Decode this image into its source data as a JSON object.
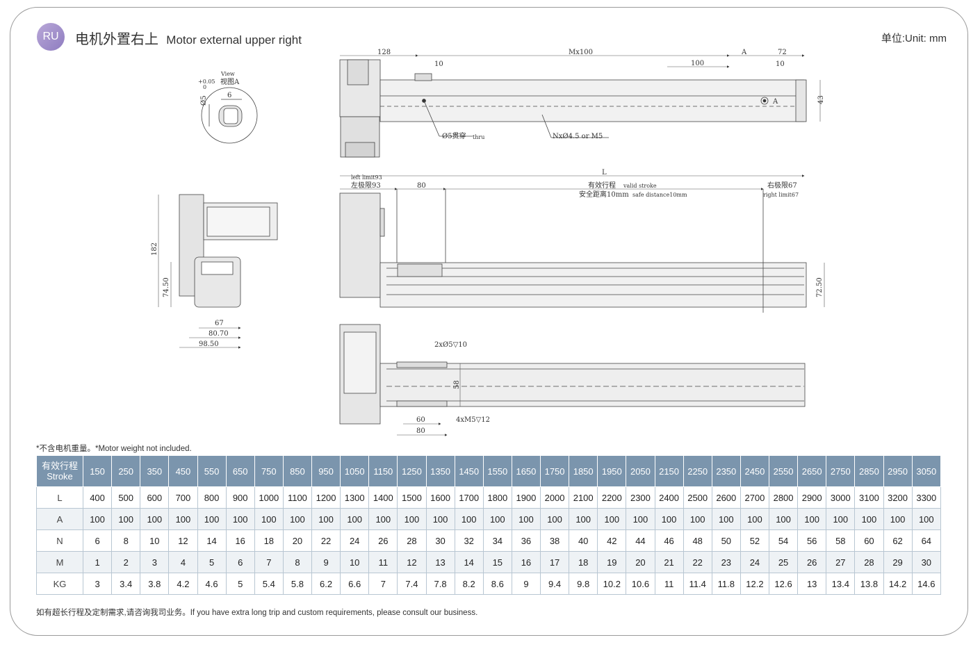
{
  "header": {
    "badge": "RU",
    "title_cn": "电机外置右上",
    "title_en": "Motor external upper right",
    "unit": "单位:Unit: mm"
  },
  "drawing_labels": {
    "view_en": "View",
    "view_cn": "视图A",
    "phi5": "Ø5",
    "tol_top": "+0.05",
    "tol_bot": "0",
    "d6": "6",
    "d128": "128",
    "d10a": "10",
    "mx100": "Mx100",
    "a": "A",
    "d72": "72",
    "d100": "100",
    "d10b": "10",
    "d43": "43",
    "thru_cn": "Ø5贯穿",
    "thru_en": "thru",
    "nx": "NxØ4.5 or M5",
    "label_a": "A",
    "L": "L",
    "left_limit_en": "left limit93",
    "left_limit_cn": "左极限93",
    "d80a": "80",
    "valid_cn": "有效行程",
    "valid_en": "valid stroke",
    "safe_cn": "安全距离10mm",
    "safe_en": "safe distance10mm",
    "right_limit_cn": "右极限67",
    "right_limit_en": "right limit67",
    "d182": "182",
    "d7450": "74.50",
    "d67": "67",
    "d8070": "80.70",
    "d9850": "98.50",
    "d7250": "72.50",
    "holes2": "2xØ5▽10",
    "d58": "58",
    "d60": "60",
    "holes4": "4xM5▽12",
    "d80b": "80"
  },
  "note": "*不含电机重量。*Motor weight not included.",
  "table": {
    "header_cn": "有效行程",
    "header_en": "Stroke",
    "strokes": [
      "150",
      "250",
      "350",
      "450",
      "550",
      "650",
      "750",
      "850",
      "950",
      "1050",
      "1150",
      "1250",
      "1350",
      "1450",
      "1550",
      "1650",
      "1750",
      "1850",
      "1950",
      "2050",
      "2150",
      "2250",
      "2350",
      "2450",
      "2550",
      "2650",
      "2750",
      "2850",
      "2950",
      "3050"
    ],
    "rows": [
      {
        "label": "L",
        "values": [
          "400",
          "500",
          "600",
          "700",
          "800",
          "900",
          "1000",
          "1100",
          "1200",
          "1300",
          "1400",
          "1500",
          "1600",
          "1700",
          "1800",
          "1900",
          "2000",
          "2100",
          "2200",
          "2300",
          "2400",
          "2500",
          "2600",
          "2700",
          "2800",
          "2900",
          "3000",
          "3100",
          "3200",
          "3300"
        ]
      },
      {
        "label": "A",
        "values": [
          "100",
          "100",
          "100",
          "100",
          "100",
          "100",
          "100",
          "100",
          "100",
          "100",
          "100",
          "100",
          "100",
          "100",
          "100",
          "100",
          "100",
          "100",
          "100",
          "100",
          "100",
          "100",
          "100",
          "100",
          "100",
          "100",
          "100",
          "100",
          "100",
          "100"
        ]
      },
      {
        "label": "N",
        "values": [
          "6",
          "8",
          "10",
          "12",
          "14",
          "16",
          "18",
          "20",
          "22",
          "24",
          "26",
          "28",
          "30",
          "32",
          "34",
          "36",
          "38",
          "40",
          "42",
          "44",
          "46",
          "48",
          "50",
          "52",
          "54",
          "56",
          "58",
          "60",
          "62",
          "64"
        ]
      },
      {
        "label": "M",
        "values": [
          "1",
          "2",
          "3",
          "4",
          "5",
          "6",
          "7",
          "8",
          "9",
          "10",
          "11",
          "12",
          "13",
          "14",
          "15",
          "16",
          "17",
          "18",
          "19",
          "20",
          "21",
          "22",
          "23",
          "24",
          "25",
          "26",
          "27",
          "28",
          "29",
          "30"
        ]
      },
      {
        "label": "KG",
        "values": [
          "3",
          "3.4",
          "3.8",
          "4.2",
          "4.6",
          "5",
          "5.4",
          "5.8",
          "6.2",
          "6.6",
          "7",
          "7.4",
          "7.8",
          "8.2",
          "8.6",
          "9",
          "9.4",
          "9.8",
          "10.2",
          "10.6",
          "11",
          "11.4",
          "11.8",
          "12.2",
          "12.6",
          "13",
          "13.4",
          "13.8",
          "14.2",
          "14.6"
        ]
      }
    ]
  },
  "footer": "如有超长行程及定制需求,请咨询我司业务。If you have extra long trip and custom requirements, please consult our business."
}
